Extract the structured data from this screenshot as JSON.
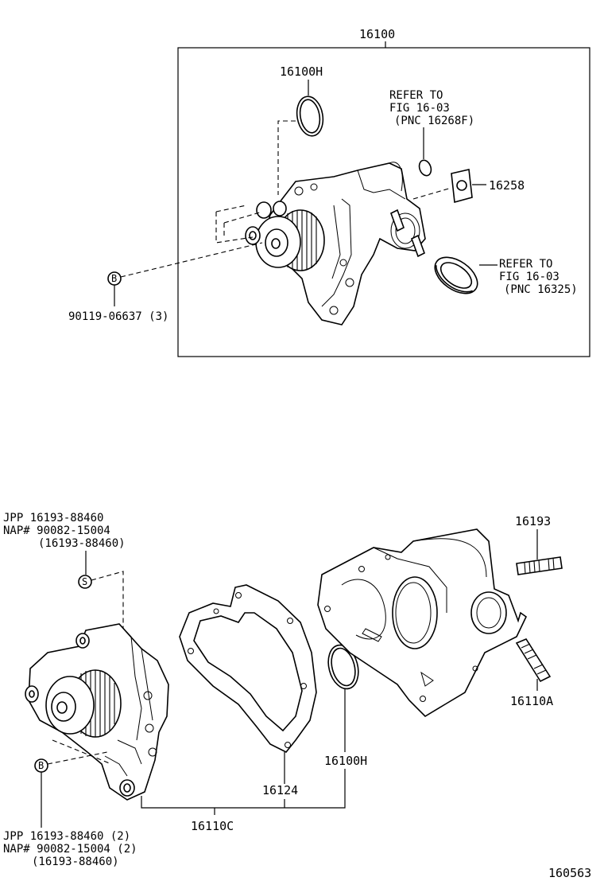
{
  "assembly": {
    "part_number": "16100",
    "o_ring": "16100H",
    "refer_small": [
      "REFER TO",
      "FIG 16-03",
      "(PNC 16268F)"
    ],
    "gasket_right": "16258",
    "refer_large": [
      "REFER TO",
      "FIG 16-03",
      "(PNC 16325)"
    ],
    "bolt_symbol": "B",
    "bolt_part": "90119-06637 (3)"
  },
  "exploded": {
    "stud_top": "16193",
    "stud_bottom": "16110A",
    "o_ring": "16100H",
    "gasket": "16124",
    "pump_assy": "16110C",
    "stud_symbol": "S",
    "stud_notes": [
      "JPP  16193-88460",
      "NAP# 90082-15004",
      "(16193-88460)"
    ],
    "bolt_symbol": "B",
    "bolt_notes": [
      "JPP  16193-88460 (2)",
      "NAP# 90082-15004 (2)",
      "(16193-88460)"
    ]
  },
  "figure_id": "160563"
}
